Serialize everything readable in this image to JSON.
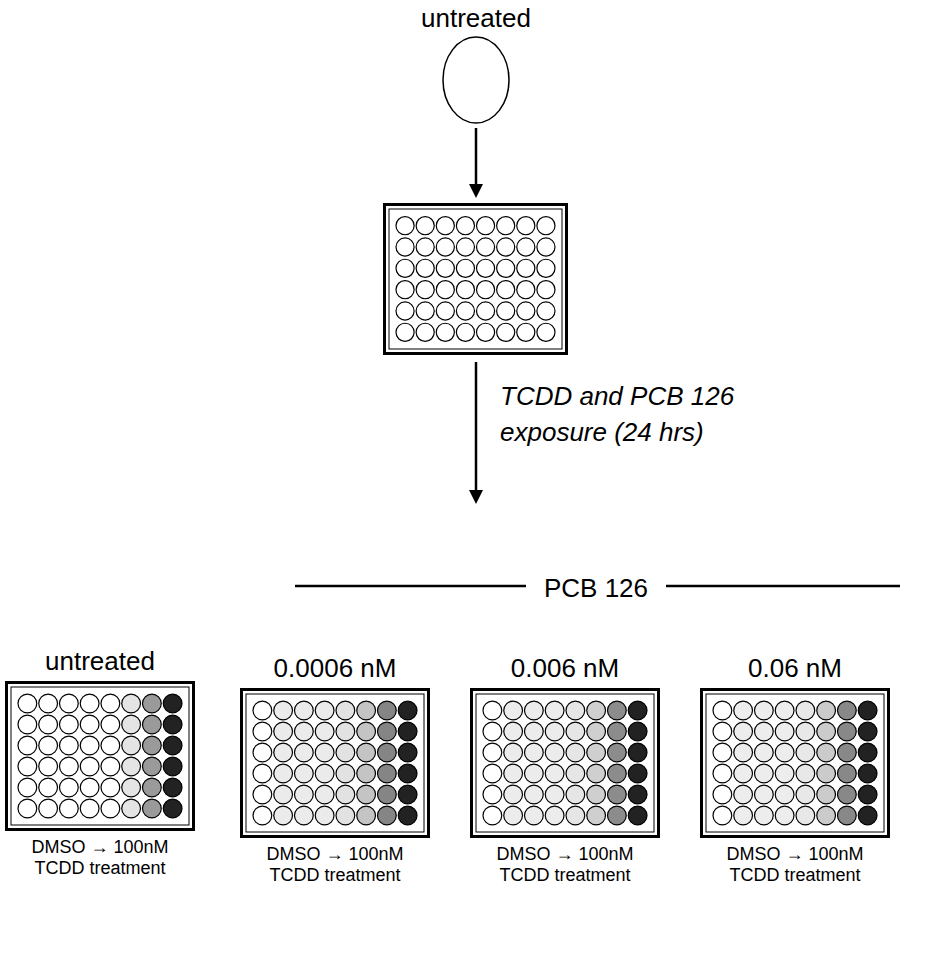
{
  "diagram": {
    "nodes": [
      {
        "text": [
          "untreated"
        ]
      },
      {
        "text": [
          "untreated",
          "DMSO → 100nM TCDD treatment"
        ]
      },
      {
        "text": [
          "0.0006 nM",
          "DMSO → 100nM TCDD treatment"
        ]
      },
      {
        "text": [
          "0.006 nM",
          "DMSO → 100nM TCDD treatment"
        ]
      },
      {
        "text": [
          "0.06 nM",
          "DMSO → 100nM TCDD treatment"
        ]
      }
    ],
    "labels": [
      "TCDD and PCB 126 exposure (24 hrs)",
      "PCB 126"
    ]
  }
}
